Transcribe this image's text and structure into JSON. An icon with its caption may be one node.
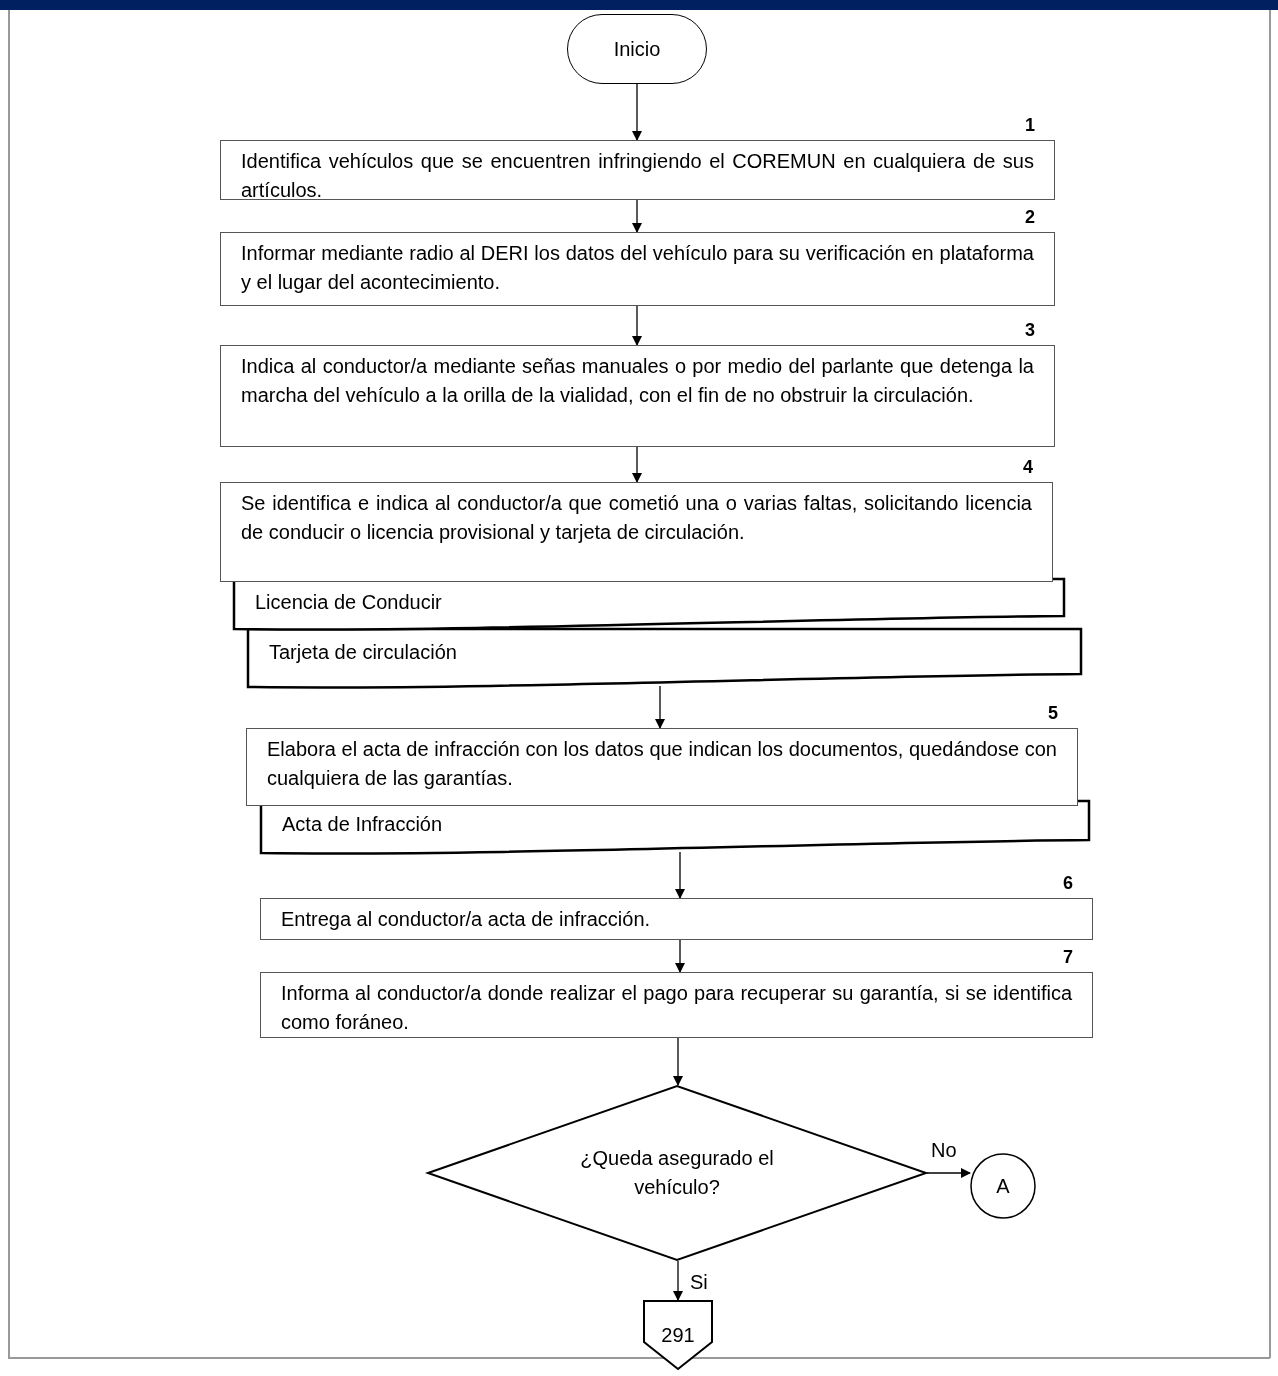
{
  "diagram": {
    "nodes": [
      {
        "text": [
          "Inicio"
        ]
      },
      {
        "text": [
          "Identifica vehículos que se encuentren infringiendo el COREMUN en cualquiera de sus artículos."
        ],
        "beside": [
          "1"
        ]
      },
      {
        "text": [
          "Informar mediante radio al DERI los datos del vehículo para su verificación en plataforma y el lugar del acontecimiento."
        ],
        "beside": [
          "2"
        ]
      },
      {
        "text": [
          "Indica al conductor/a mediante señas manuales o por medio del parlante que detenga la marcha del vehículo a la orilla de la vialidad, con el fin de no obstruir la circulación."
        ],
        "beside": [
          "3"
        ]
      },
      {
        "text": [
          "Se identifica e indica al conductor/a que cometió una o varias faltas, solicitando licencia de conducir o licencia provisional y tarjeta de circulación."
        ],
        "beside": [
          "4"
        ]
      },
      {
        "text": [
          "Licencia de Conducir"
        ]
      },
      {
        "text": [
          "Tarjeta de circulación"
        ]
      },
      {
        "text": [
          "Elabora el acta de infracción con los datos que indican los documentos, quedándose con cualquiera de las garantías."
        ],
        "beside": [
          "5"
        ]
      },
      {
        "text": [
          "Acta de Infracción"
        ]
      },
      {
        "text": [
          "Entrega al conductor/a acta de infracción."
        ],
        "beside": [
          "6"
        ]
      },
      {
        "text": [
          "Informa al conductor/a donde realizar el pago para recuperar su garantía, si se identifica como foráneo."
        ],
        "beside": [
          "7"
        ]
      },
      {
        "text": [
          "¿Queda asegurado el vehículo?"
        ]
      },
      {
        "text": [
          "A"
        ]
      },
      {
        "text": [
          "291"
        ]
      }
    ],
    "edges": [
      {
        "from": 0,
        "to": 1,
        "arrow": "to"
      },
      {
        "from": 1,
        "to": 2,
        "arrow": "to"
      },
      {
        "from": 2,
        "to": 3,
        "arrow": "to"
      },
      {
        "from": 3,
        "to": 4,
        "arrow": "to"
      },
      {
        "from": 6,
        "to": 7,
        "arrow": "to"
      },
      {
        "from": 8,
        "to": 9,
        "arrow": "to"
      },
      {
        "from": 9,
        "to": 10,
        "arrow": "to"
      },
      {
        "from": 10,
        "to": 11,
        "arrow": "to"
      },
      {
        "from": 11,
        "to": 12,
        "arrow": "to",
        "label": "No"
      },
      {
        "from": 11,
        "to": 13,
        "arrow": "to",
        "label": "Si"
      }
    ]
  }
}
